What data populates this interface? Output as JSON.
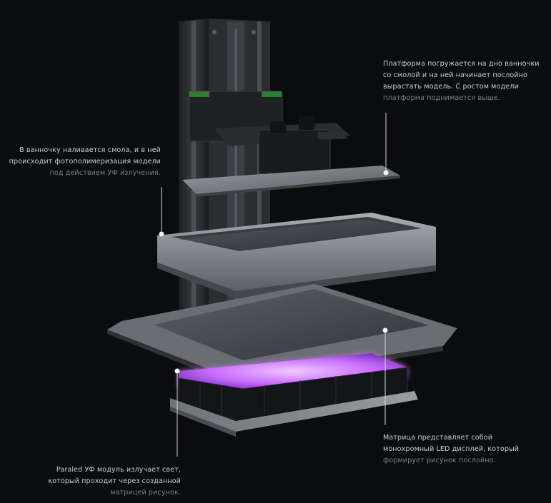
{
  "callouts": {
    "platform": {
      "lines": [
        "Платформа погружается на дно ванночки",
        "со смолой и на ней начинает послойно",
        "вырастать модель. С ростом модели",
        "платформа поднимается выше."
      ]
    },
    "vat": {
      "lines": [
        "В ванночку наливается смола, и в ней",
        "происходит фотополимеризация модели",
        "под действием УФ излучения."
      ]
    },
    "matrix": {
      "lines": [
        "Матрица представляет собой",
        "монохромный LED дисплей, который",
        "формирует рисунок послойно."
      ]
    },
    "uv_module": {
      "lines": [
        "Paraled УФ модуль излучает свет,",
        "который проходит через созданной",
        "матрицей рисунок."
      ]
    }
  },
  "colors": {
    "background": "#0b0c0e",
    "uv_glow": "#c86cff",
    "metal_light": "#8e9196",
    "metal_dark": "#25272b"
  }
}
